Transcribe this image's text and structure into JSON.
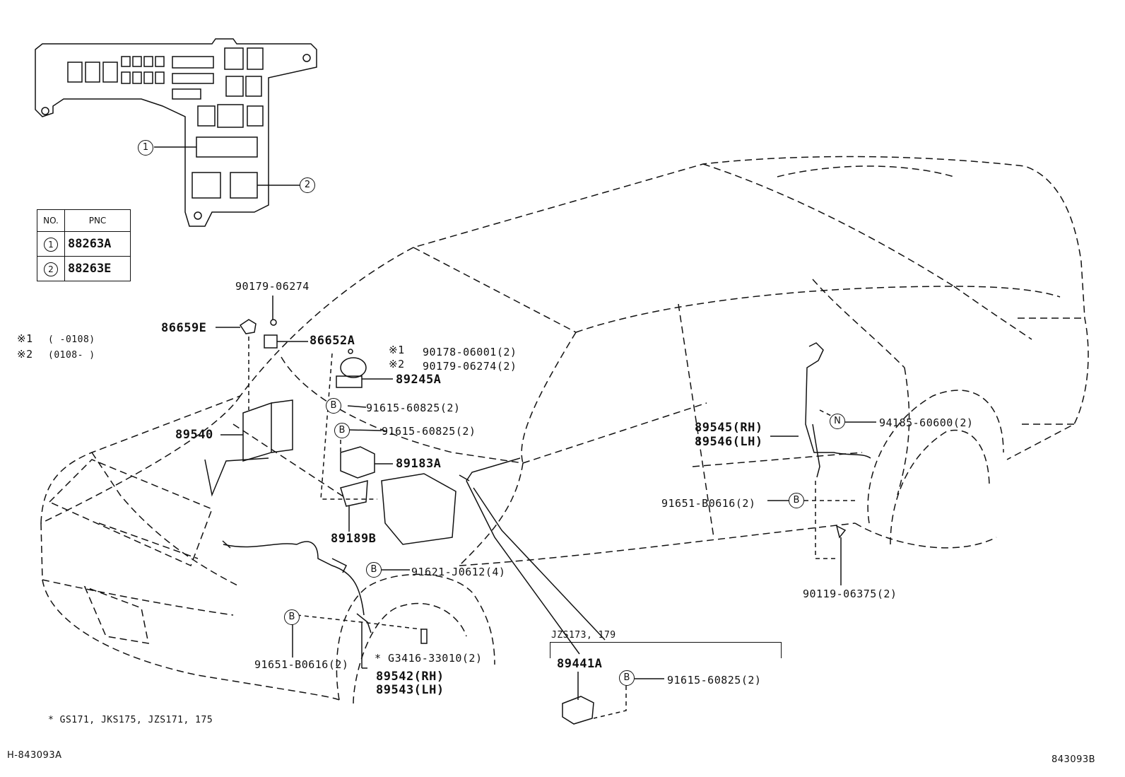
{
  "pnc_table": {
    "header_no": "NO.",
    "header_pnc": "PNC",
    "rows": [
      {
        "no": "1",
        "pnc": "88263A"
      },
      {
        "no": "2",
        "pnc": "88263E"
      }
    ]
  },
  "callouts": {
    "c1": "1",
    "c2": "2"
  },
  "notes": {
    "n1_mark": "※1",
    "n1_range": "(     -0108)",
    "n2_mark": "※2",
    "n2_range": "(0108-     )"
  },
  "parts": {
    "p90179a": "90179-06274",
    "p86659e": "86659E",
    "p86652a": "86652A",
    "m1": "※1",
    "m2": "※2",
    "p90178": "90178-06001(2)",
    "p90179b": "90179-06274(2)",
    "p89245a": "89245A",
    "p91615a": "91615-60825(2)",
    "p91615b": "91615-60825(2)",
    "p89540": "89540",
    "p89183a": "89183A",
    "p89189b": "89189B",
    "p91621": "91621-J0612(4)",
    "p91651a": "91651-B0616(2)",
    "g3416": "* G3416-33010(2)",
    "p89542": "89542(RH)",
    "p89543": "89543(LH)",
    "p89545": "89545(RH)",
    "p89546": "89546(LH)",
    "p94185": "94185-60600(2)",
    "p91651b": "91651-B0616(2)",
    "p90119": "90119-06375(2)",
    "jzs": "JZS173, 179",
    "p89441a": "89441A",
    "p91615c": "91615-60825(2)"
  },
  "badges": {
    "b": "B",
    "n": "N"
  },
  "footnote": "* GS171, JKS175, JZS171, 175",
  "ref_left": "H-843093A",
  "ref_right": "843093B"
}
